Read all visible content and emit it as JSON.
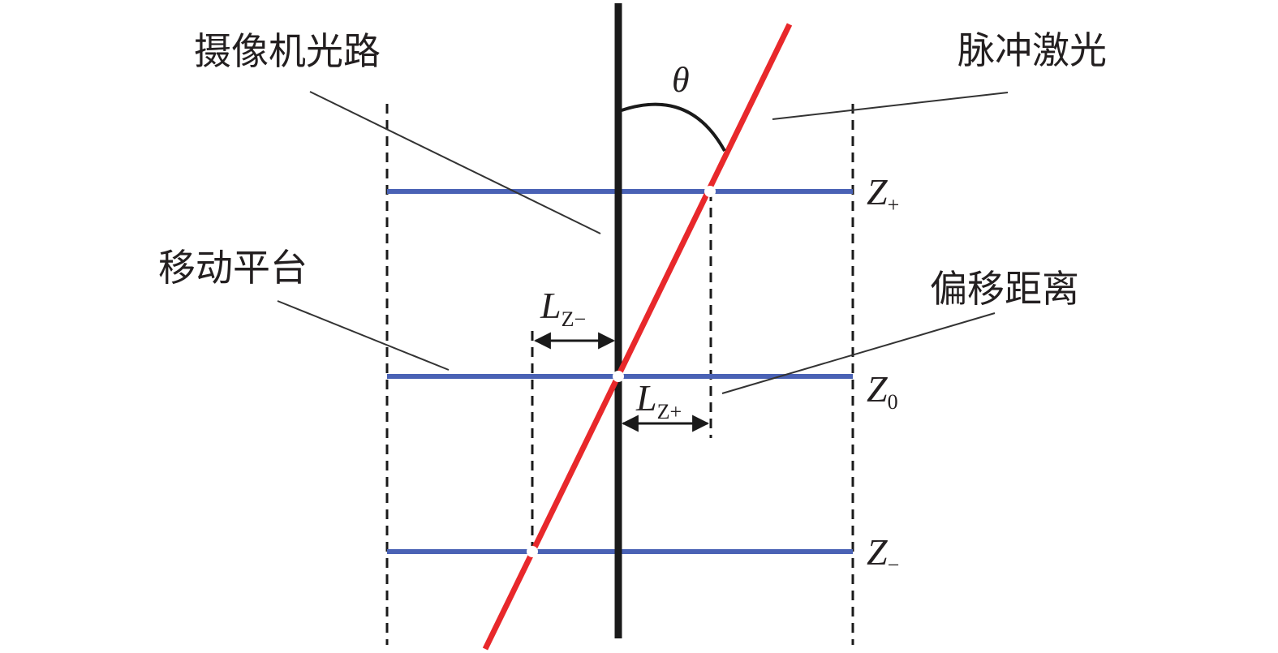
{
  "labels": {
    "camera_path": "摄像机光路",
    "pulse_laser": "脉冲激光",
    "moving_platform": "移动平台",
    "offset_distance": "偏移距离",
    "theta": "θ"
  },
  "levels": {
    "z_plus": {
      "main": "Z",
      "sub": "+"
    },
    "z_zero": {
      "main": "Z",
      "sub": "0"
    },
    "z_minus": {
      "main": "Z",
      "sub": "−"
    }
  },
  "offsets": {
    "l_z_minus": {
      "main": "L",
      "sub": "Z−"
    },
    "l_z_plus": {
      "main": "L",
      "sub": "Z+"
    }
  },
  "colors": {
    "camera_axis": "#1a1a1a",
    "laser": "#e8282b",
    "platform": "#4a62b5",
    "leader": "#333333",
    "text": "#231f20"
  }
}
